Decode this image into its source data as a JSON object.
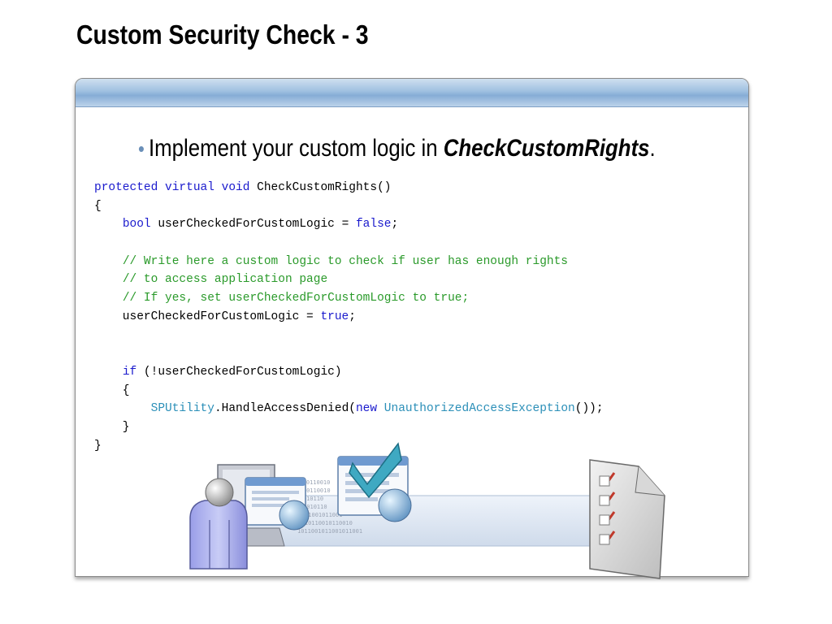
{
  "slide": {
    "title": "Custom Security Check - 3"
  },
  "bullet": {
    "prefix": "Implement your custom logic in ",
    "emphasis": "CheckCustomRights",
    "suffix": "."
  },
  "code": {
    "lines": [
      {
        "tokens": [
          {
            "t": "protected virtual void",
            "c": "kw"
          },
          {
            "t": " CheckCustomRights()",
            "c": ""
          }
        ]
      },
      {
        "tokens": [
          {
            "t": "{",
            "c": ""
          }
        ]
      },
      {
        "tokens": [
          {
            "t": "    ",
            "c": ""
          },
          {
            "t": "bool",
            "c": "kw"
          },
          {
            "t": " userCheckedForCustomLogic = ",
            "c": ""
          },
          {
            "t": "false",
            "c": "kw"
          },
          {
            "t": ";",
            "c": ""
          }
        ]
      },
      {
        "tokens": [
          {
            "t": "",
            "c": ""
          }
        ]
      },
      {
        "tokens": [
          {
            "t": "    ",
            "c": ""
          },
          {
            "t": "// Write here a custom logic to check if user has enough rights",
            "c": "cm"
          }
        ]
      },
      {
        "tokens": [
          {
            "t": "    ",
            "c": ""
          },
          {
            "t": "// to access application page",
            "c": "cm"
          }
        ]
      },
      {
        "tokens": [
          {
            "t": "    ",
            "c": ""
          },
          {
            "t": "// If yes, set userCheckedForCustomLogic to true;",
            "c": "cm"
          }
        ]
      },
      {
        "tokens": [
          {
            "t": "    userCheckedForCustomLogic = ",
            "c": ""
          },
          {
            "t": "true",
            "c": "kw"
          },
          {
            "t": ";",
            "c": ""
          }
        ]
      },
      {
        "tokens": [
          {
            "t": "",
            "c": ""
          }
        ]
      },
      {
        "tokens": [
          {
            "t": "",
            "c": ""
          }
        ]
      },
      {
        "tokens": [
          {
            "t": "    ",
            "c": ""
          },
          {
            "t": "if",
            "c": "kw"
          },
          {
            "t": " (!userCheckedForCustomLogic)",
            "c": ""
          }
        ]
      },
      {
        "tokens": [
          {
            "t": "    {",
            "c": ""
          }
        ]
      },
      {
        "tokens": [
          {
            "t": "        ",
            "c": ""
          },
          {
            "t": "SPUtility",
            "c": "ty"
          },
          {
            "t": ".HandleAccessDenied(",
            "c": ""
          },
          {
            "t": "new",
            "c": "kw"
          },
          {
            "t": " ",
            "c": ""
          },
          {
            "t": "UnauthorizedAccessException",
            "c": "ty"
          },
          {
            "t": "());",
            "c": ""
          }
        ]
      },
      {
        "tokens": [
          {
            "t": "    }",
            "c": ""
          }
        ]
      },
      {
        "tokens": [
          {
            "t": "}",
            "c": ""
          }
        ]
      }
    ]
  },
  "illustration": {
    "binary_text": [
      "10010110010",
      "110010110010",
      "0010010110",
      "010110010110",
      "1001011001011001",
      "110010110010110010",
      "1011001011001011001"
    ],
    "icons": [
      "user-icon",
      "computer-icon",
      "browser-window-icon",
      "globe-icon",
      "checkmark-icon",
      "checklist-document-icon"
    ]
  },
  "colors": {
    "keyword": "#1a1acd",
    "comment": "#2a9a2a",
    "type": "#2b8fb8",
    "header_band": "#9fc0e0",
    "bullet": "#6a8fb8"
  }
}
